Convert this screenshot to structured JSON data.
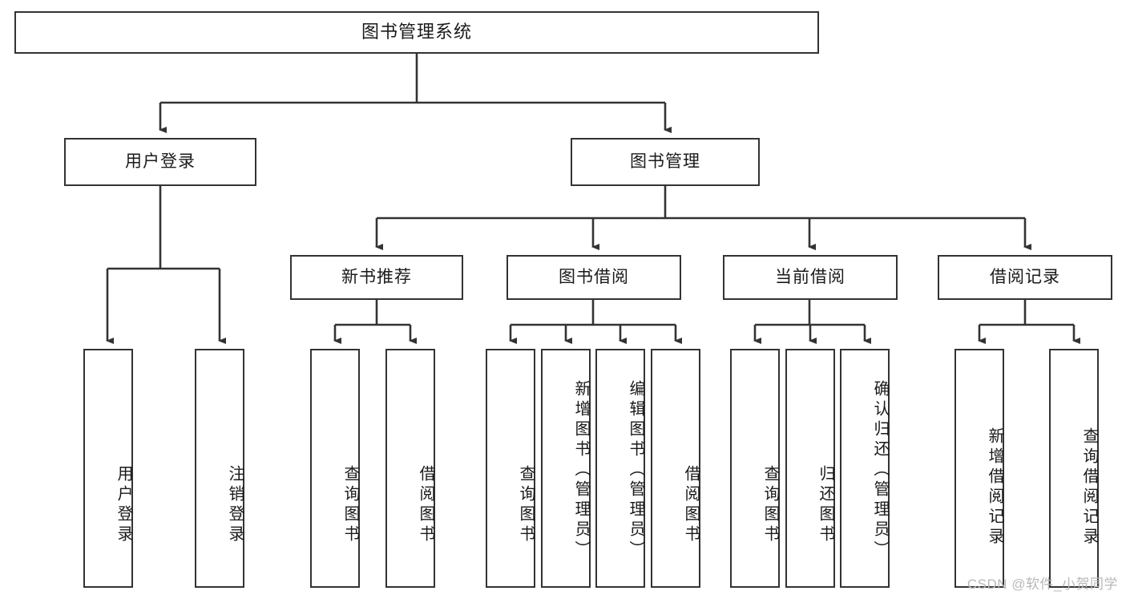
{
  "diagram": {
    "title": "图书管理系统",
    "type": "function-structure-tree",
    "colors": {
      "box_border": "#333333",
      "box_fill": "#ffffff",
      "edge": "#333333",
      "text": "#1a1a1a",
      "watermark": "#b8b8b8",
      "background": "#ffffff"
    },
    "root": {
      "label": "图书管理系统"
    },
    "level2": [
      {
        "label": "用户登录"
      },
      {
        "label": "图书管理"
      }
    ],
    "level3": [
      {
        "label": "新书推荐"
      },
      {
        "label": "图书借阅"
      },
      {
        "label": "当前借阅"
      },
      {
        "label": "借阅记录"
      }
    ],
    "leaves": {
      "user_login": [
        {
          "label": "用户登录"
        },
        {
          "label": "注销登录"
        }
      ],
      "new_book_recommend": [
        {
          "label": "查询图书"
        },
        {
          "label": "借阅图书"
        }
      ],
      "book_borrow": [
        {
          "label": "查询图书"
        },
        {
          "label": "新增图书（管理员）"
        },
        {
          "label": "编辑图书（管理员）"
        },
        {
          "label": "借阅图书"
        }
      ],
      "current_borrow": [
        {
          "label": "查询图书"
        },
        {
          "label": "归还图书"
        },
        {
          "label": "确认归还（管理员）"
        }
      ],
      "borrow_record": [
        {
          "label": "新增借阅记录"
        },
        {
          "label": "查询借阅记录"
        }
      ]
    }
  },
  "watermark": {
    "text": "CSDN @软件_小贺同学"
  }
}
